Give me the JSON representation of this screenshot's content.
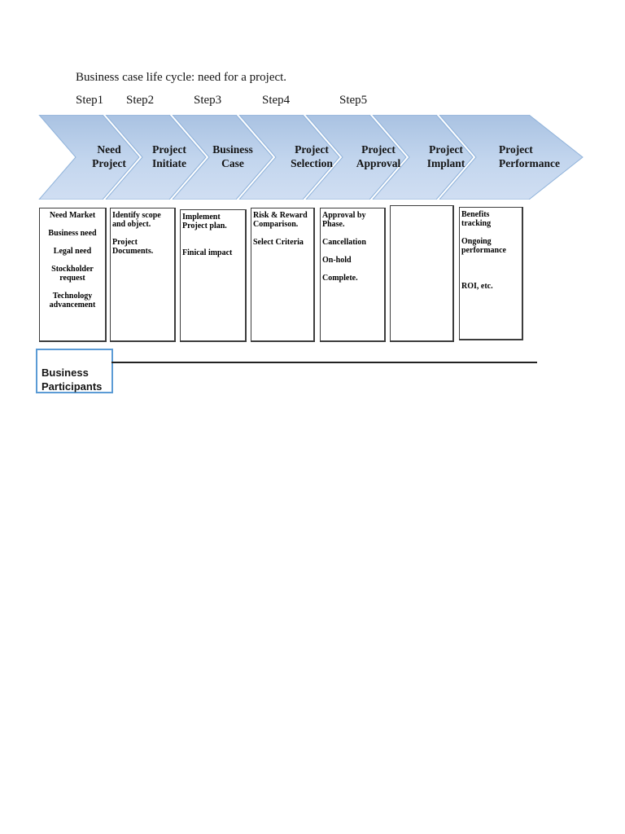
{
  "title": "Business case life cycle: need for a project.",
  "steps": [
    "Step1",
    "Step2",
    "Step3",
    "Step4",
    "Step5"
  ],
  "chevrons": [
    {
      "id": "need-project",
      "label": "Need\nProject"
    },
    {
      "id": "project-initiate",
      "label": "Project\nInitiate"
    },
    {
      "id": "business-case",
      "label": "Business\nCase"
    },
    {
      "id": "project-selection",
      "label": "Project\nSelection"
    },
    {
      "id": "project-approval",
      "label": "Project\nApproval"
    },
    {
      "id": "project-implant",
      "label": "Project\nImplant"
    },
    {
      "id": "project-performance",
      "label": "Project\nPerformance"
    }
  ],
  "boxes": [
    {
      "id": "need-project-details",
      "text": "Need Market\n\nBusiness need\n\nLegal need\n\nStockholder\nrequest\n\nTechnology\nadvancement"
    },
    {
      "id": "project-initiate-details",
      "text": "Identify scope\nand object.\n\nProject\nDocuments."
    },
    {
      "id": "business-case-details",
      "text": "Implement\nProject plan.\n\n\nFinical impact"
    },
    {
      "id": "project-selection-details",
      "text": "Risk & Reward\nComparison.\n\nSelect Criteria"
    },
    {
      "id": "project-approval-details",
      "text": "Approval by\nPhase.\n\nCancellation\n\nOn-hold\n\nComplete."
    },
    {
      "id": "project-implant-details",
      "text": ""
    },
    {
      "id": "project-performance-details",
      "text": "Benefits tracking\n\nOngoing\nperformance\n\n\n\nROI, etc."
    }
  ],
  "participants": {
    "label": "Business\nParticipants"
  },
  "colors": {
    "chevron_fill_top": "#a9c2e2",
    "chevron_fill_mid": "#c3d6ee",
    "chevron_fill_bottom": "#d0def2",
    "chevron_border": "#8fb2da",
    "box_border": "#3d3d3d",
    "participants_border": "#5b9bd5",
    "line": "#222222"
  }
}
